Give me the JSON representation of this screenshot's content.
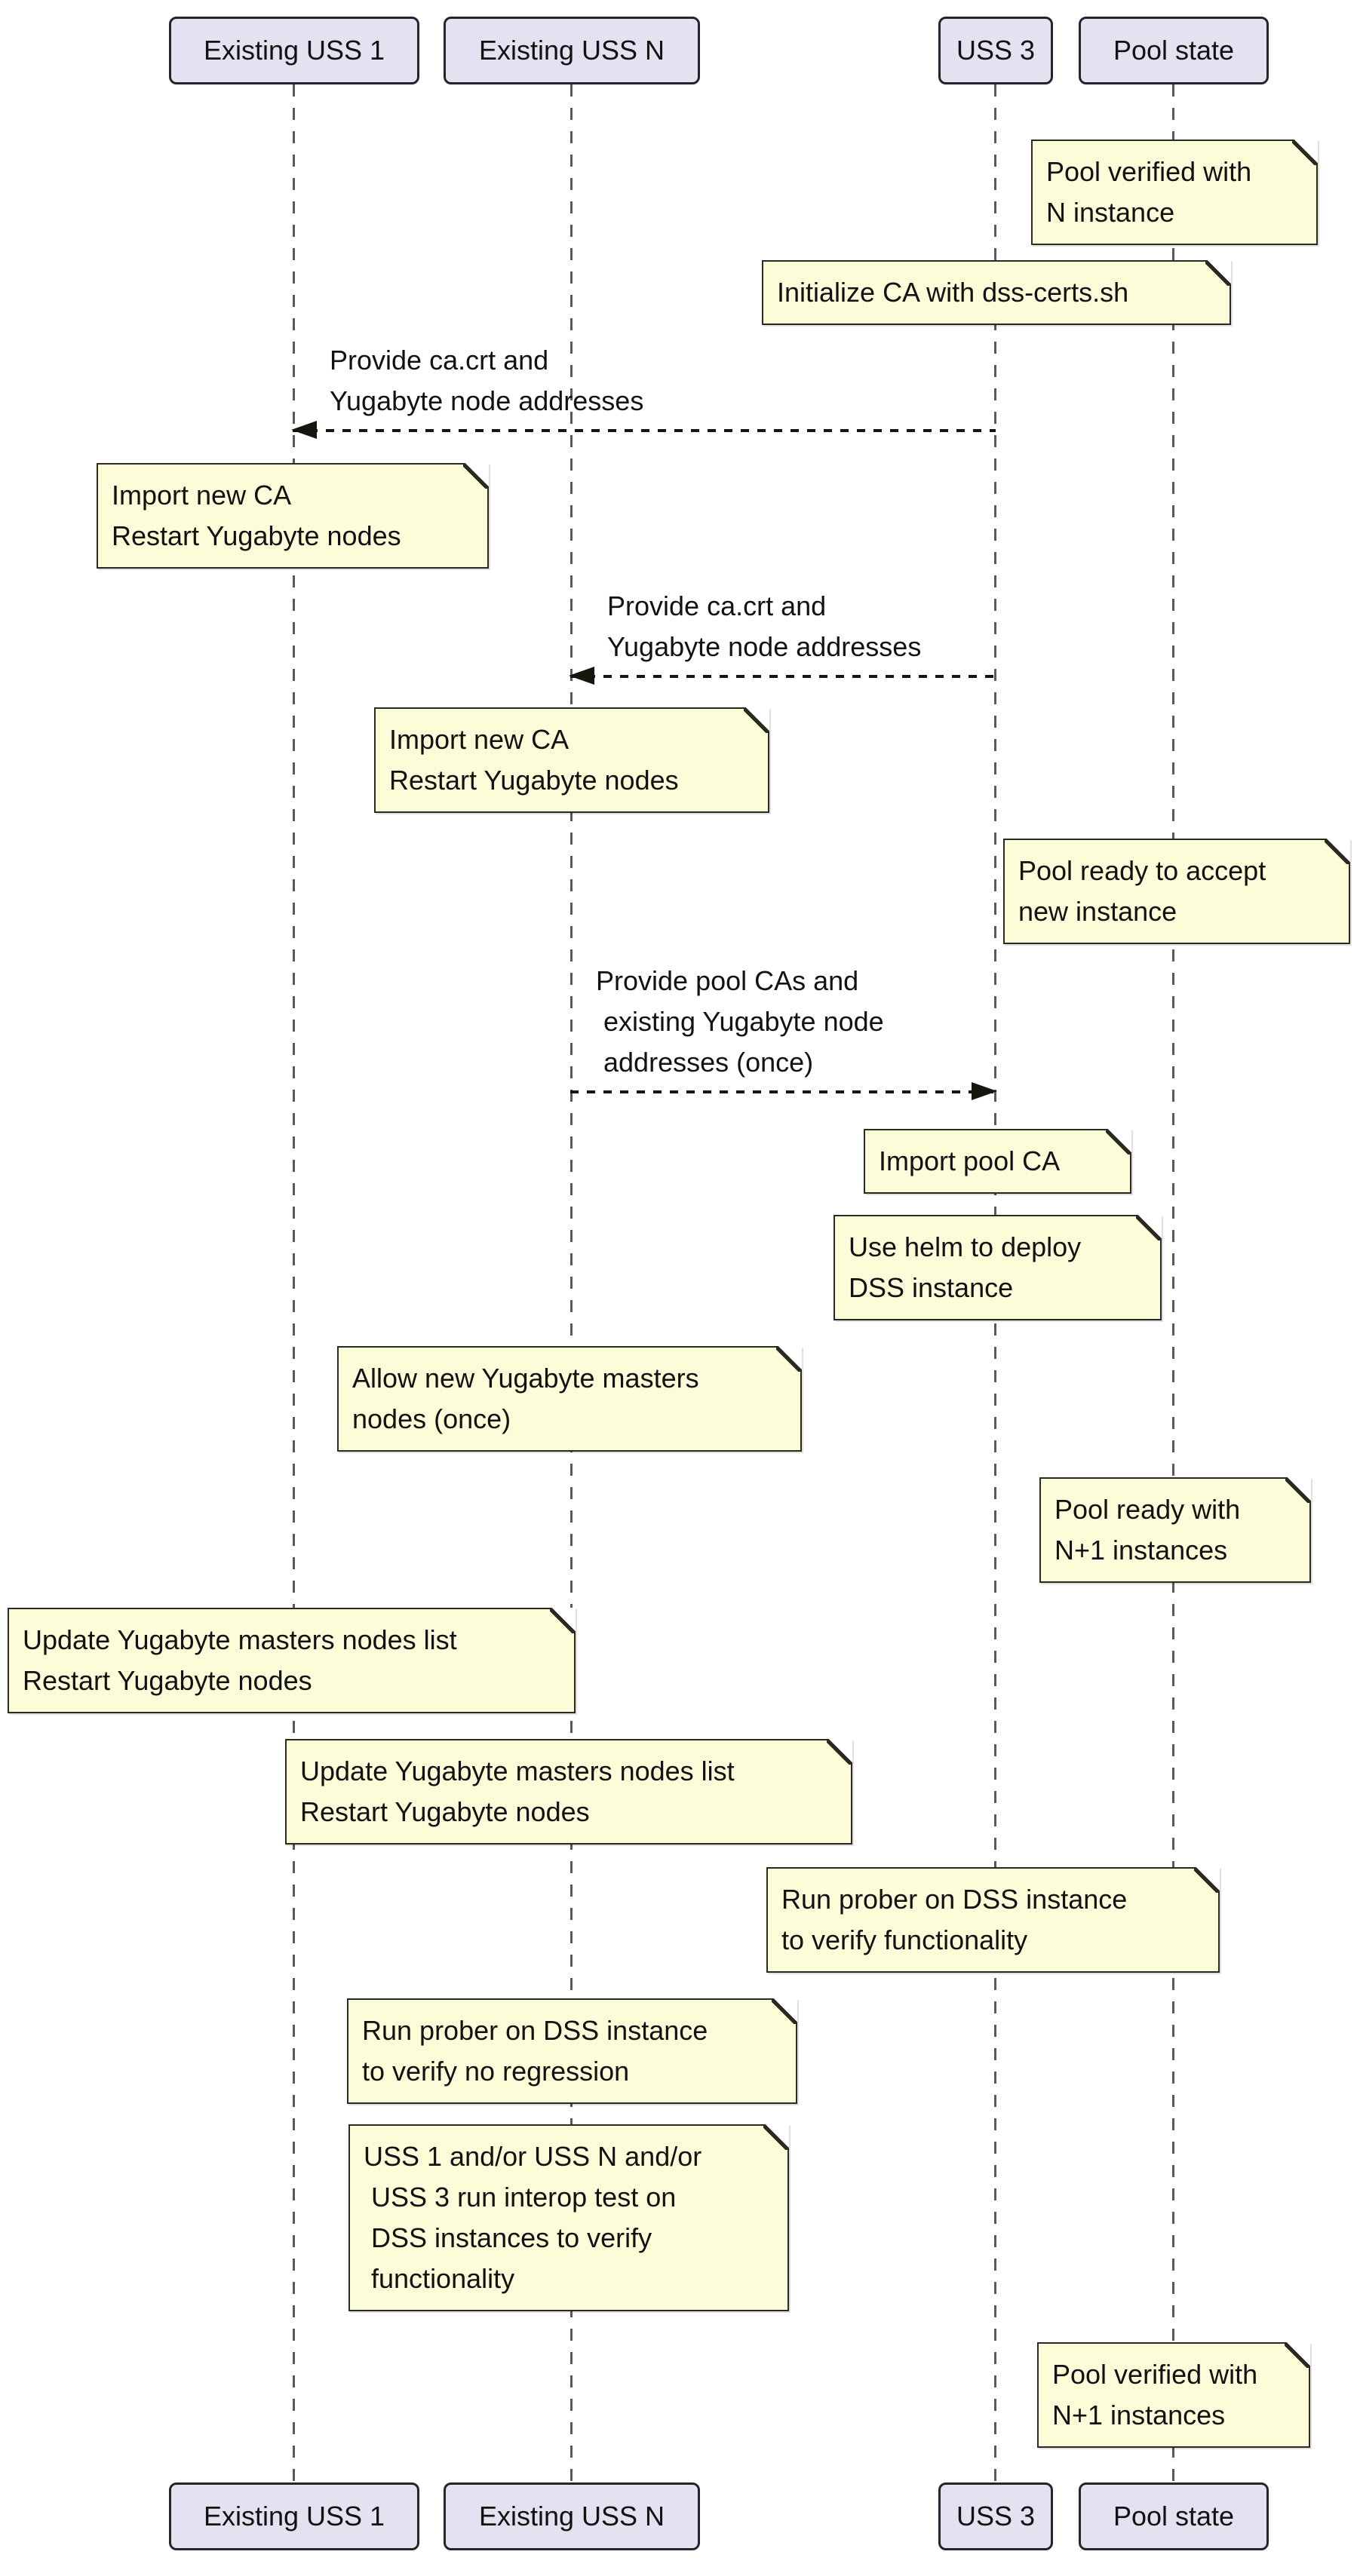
{
  "diagram_type": "sequence",
  "colors": {
    "participant_fill": "#E2E2F0",
    "participant_border": "#24242A",
    "note_fill": "#FCFCD9",
    "note_border": "#2A2A21",
    "lifeline": "#5A5A5A",
    "arrow": "#16160F",
    "text": "#121212",
    "background": "#FFFFFF"
  },
  "participants": [
    {
      "id": "existing-uss-1",
      "label": "Existing USS 1"
    },
    {
      "id": "existing-uss-n",
      "label": "Existing USS N"
    },
    {
      "id": "uss-3",
      "label": "USS 3"
    },
    {
      "id": "pool-state",
      "label": "Pool state"
    }
  ],
  "messages": [
    {
      "text": "Provide ca.crt and\nYugabyte node addresses",
      "from": "USS 3",
      "to": "Existing USS 1",
      "line_style": "dashed"
    },
    {
      "text": "Provide ca.crt and\nYugabyte node addresses",
      "from": "USS 3",
      "to": "Existing USS N",
      "line_style": "dashed"
    },
    {
      "text": "Provide pool CAs and\n existing Yugabyte node\n addresses (once)",
      "from": "Existing USS N",
      "to": "USS 3",
      "line_style": "dashed"
    }
  ],
  "notes": [
    {
      "text": "Pool verified with\nN instance",
      "over": "Pool state"
    },
    {
      "text": "Initialize CA with dss-certs.sh",
      "over": "USS 3"
    },
    {
      "text": "Import new CA\nRestart Yugabyte nodes",
      "over": "Existing USS 1"
    },
    {
      "text": "Import new CA\nRestart Yugabyte nodes",
      "over": "Existing USS N"
    },
    {
      "text": "Pool ready to accept\nnew instance",
      "over": "Pool state"
    },
    {
      "text": "Import pool CA",
      "over": "USS 3"
    },
    {
      "text": "Use helm to deploy\nDSS instance",
      "over": "USS 3"
    },
    {
      "text": "Allow new Yugabyte masters\nnodes (once)",
      "over": "Existing USS N"
    },
    {
      "text": "Pool ready with\nN+1 instances",
      "over": "Pool state"
    },
    {
      "text": "Update Yugabyte masters nodes list\nRestart Yugabyte nodes",
      "over": "Existing USS 1"
    },
    {
      "text": "Update Yugabyte masters nodes list\nRestart Yugabyte nodes",
      "over": "Existing USS N"
    },
    {
      "text": "Run prober on DSS instance\nto verify functionality",
      "over": "USS 3"
    },
    {
      "text": "Run prober on DSS instance\nto verify no regression",
      "over": "Existing USS N"
    },
    {
      "text": "USS 1 and/or USS N and/or\n USS 3 run interop test on\n DSS instances to verify\n functionality",
      "over": "Existing USS N"
    },
    {
      "text": "Pool verified with\nN+1 instances",
      "over": "Pool state"
    }
  ]
}
